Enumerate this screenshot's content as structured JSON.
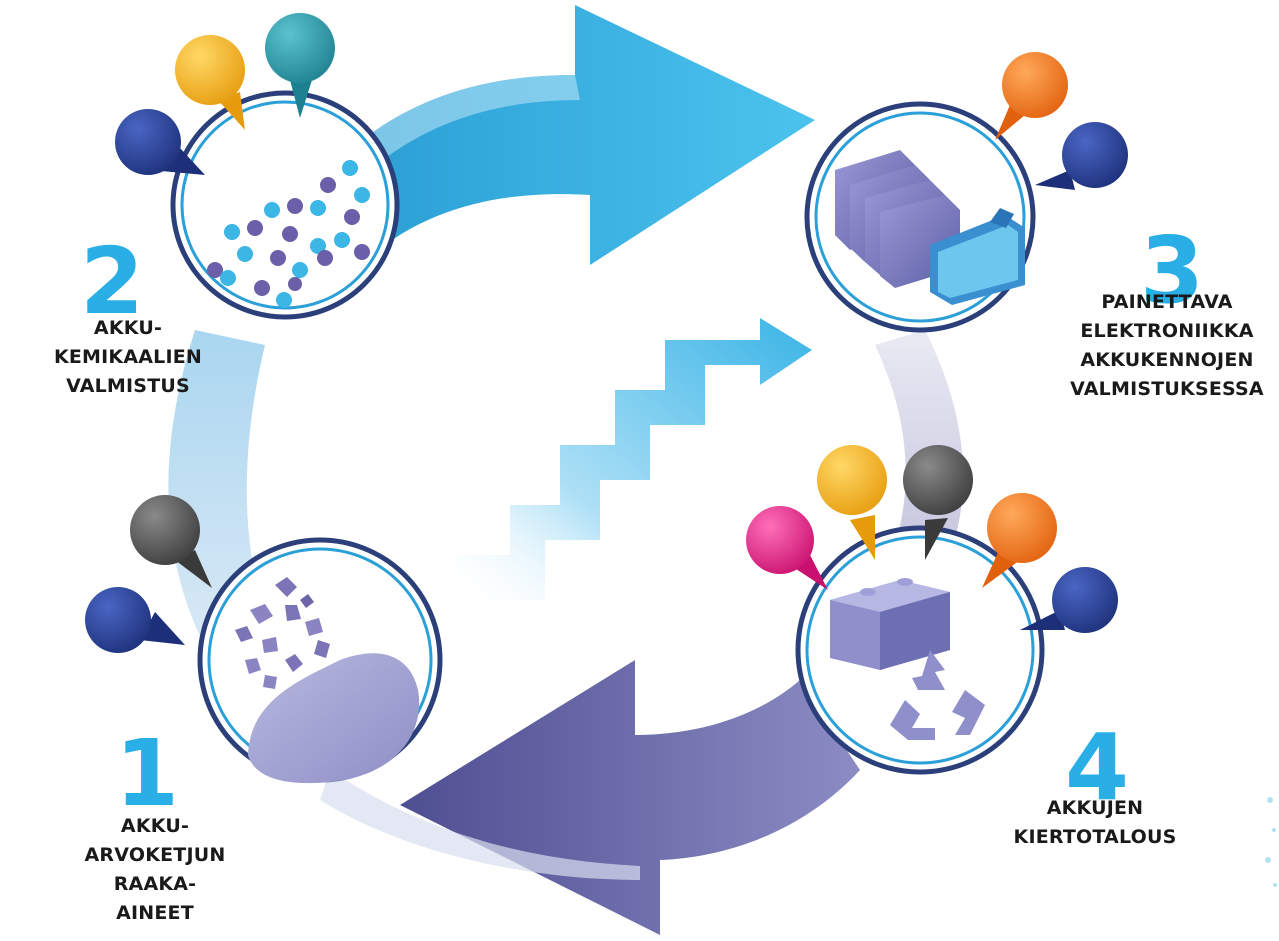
{
  "steps": [
    {
      "number": "1",
      "label": "AKKU-\nARVOKETJUN\nRAAKA-AINEET",
      "illustration": "raw-material-rocks"
    },
    {
      "number": "2",
      "label": "AKKU-\nKEMIKAALIEN\nVALMISTUS",
      "illustration": "chemical-particles"
    },
    {
      "number": "3",
      "label": "PAINETTAVA\nELEKTRONIIKKA\nAKKUKENNOJEN\nVALMISTUKSESSA",
      "illustration": "battery-cells"
    },
    {
      "number": "4",
      "label": "AKKUJEN\nKIERTOTALOUS",
      "illustration": "battery-recycling"
    }
  ],
  "colors": {
    "accent_blue": "#29aee6",
    "ring_navy": "#2b3f7a",
    "ring_blue": "#2a9fd8",
    "arrow_cyan": "#3fb8e6",
    "arrow_purple": "#5a5a9c",
    "pin_navy": "#1f3a8a",
    "pin_gold": "#f5b21a",
    "pin_teal": "#2a9aa8",
    "pin_orange": "#f07a1a",
    "pin_gray": "#555555",
    "pin_magenta": "#e8238c"
  },
  "icons": [
    "map-pin-icon",
    "recycle-icon",
    "step-arrow-icon",
    "cycle-arrow-icon"
  ]
}
